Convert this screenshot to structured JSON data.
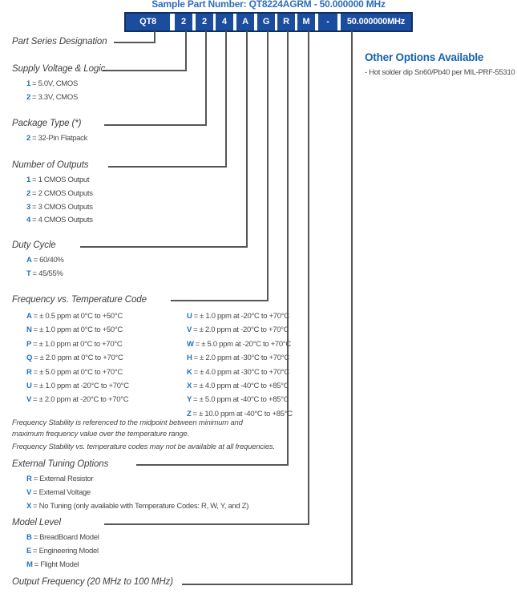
{
  "title": "Sample Part Number: QT8224AGRM - 50.000000 MHz",
  "boxes": [
    "QT8",
    "2",
    "2",
    "4",
    "A",
    "G",
    "R",
    "M",
    "-",
    "50.000000MHz"
  ],
  "sections": {
    "part_series": {
      "heading": "Part Series Designation"
    },
    "supply": {
      "heading": "Supply Voltage & Logic",
      "entries": [
        {
          "code": "1",
          "desc": "= 5.0V, CMOS"
        },
        {
          "code": "2",
          "desc": "= 3.3V, CMOS"
        }
      ]
    },
    "package": {
      "heading": "Package Type (*)",
      "entries": [
        {
          "code": "2",
          "desc": "= 32-Pin Flatpack"
        }
      ]
    },
    "outputs": {
      "heading": "Number of Outputs",
      "entries": [
        {
          "code": "1",
          "desc": "= 1 CMOS Output"
        },
        {
          "code": "2",
          "desc": "= 2 CMOS Outputs"
        },
        {
          "code": "3",
          "desc": "= 3 CMOS Outputs"
        },
        {
          "code": "4",
          "desc": "= 4 CMOS Outputs"
        }
      ]
    },
    "duty": {
      "heading": "Duty Cycle",
      "entries": [
        {
          "code": "A",
          "desc": "= 60/40%"
        },
        {
          "code": "T",
          "desc": "= 45/55%"
        }
      ]
    },
    "freq_temp": {
      "heading": "Frequency vs. Temperature Code",
      "left": [
        {
          "code": "A",
          "desc": "= ± 0.5 ppm at 0°C to +50°C"
        },
        {
          "code": "N",
          "desc": "= ± 1.0 ppm at 0°C to +50°C"
        },
        {
          "code": "P",
          "desc": "= ± 1.0 ppm at 0°C to +70°C"
        },
        {
          "code": "Q",
          "desc": "= ± 2.0 ppm at 0°C to +70°C"
        },
        {
          "code": "R",
          "desc": "= ± 5.0 ppm at 0°C to +70°C"
        },
        {
          "code": "U",
          "desc": "= ± 1.0 ppm at -20°C to +70°C"
        },
        {
          "code": "V",
          "desc": "= ± 2.0 ppm at -20°C to +70°C"
        }
      ],
      "right": [
        {
          "code": "U",
          "desc": "= ± 1.0 ppm at -20°C to +70°C"
        },
        {
          "code": "V",
          "desc": "= ± 2.0 ppm at -20°C to +70°C"
        },
        {
          "code": "W",
          "desc": "= ± 5.0 ppm at -20°C to +70°C"
        },
        {
          "code": "H",
          "desc": "= ± 2.0 ppm at -30°C to +70°C"
        },
        {
          "code": "K",
          "desc": "= ± 4.0 ppm at -30°C to +70°C"
        },
        {
          "code": "X",
          "desc": "= ± 4.0 ppm at -40°C to +85°C"
        },
        {
          "code": "Y",
          "desc": "= ± 5.0 ppm at -40°C to +85°C"
        },
        {
          "code": "Z",
          "desc": "= ± 10.0 ppm at -40°C to +85°C"
        }
      ]
    },
    "notes": [
      "Frequency Stability is referenced to the midpoint between minimum and maximum frequency value over the temperature range.",
      "Frequency Stability vs. temperature codes may not be available at all frequencies."
    ],
    "tuning": {
      "heading": "External Tuning Options",
      "entries": [
        {
          "code": "R",
          "desc": "= External Resistor"
        },
        {
          "code": "V",
          "desc": "= External Voltage"
        },
        {
          "code": "X",
          "desc": "= No Tuning (only available with Temperature Codes: R, W, Y, and Z)"
        }
      ]
    },
    "model": {
      "heading": "Model Level",
      "entries": [
        {
          "code": "B",
          "desc": "= BreadBoard Model"
        },
        {
          "code": "E",
          "desc": "= Engineering Model"
        },
        {
          "code": "M",
          "desc": "= Flight Model"
        }
      ]
    },
    "output_freq": {
      "heading": "Output Frequency (20 MHz to 100 MHz)"
    }
  },
  "other_options": {
    "heading": "Other Options Available",
    "items": [
      "- Hot solder dip Sn60/Pb40 per MIL-PRF-55310"
    ]
  },
  "colors": {
    "box_blue": "#1b4c9e",
    "navy_border": "#0d3064",
    "code_blue": "#1b74bd",
    "title_blue": "#2f6db6",
    "other_heading_blue": "#1563ae",
    "line_gray": "#55565a",
    "text_dark": "#48494d"
  }
}
